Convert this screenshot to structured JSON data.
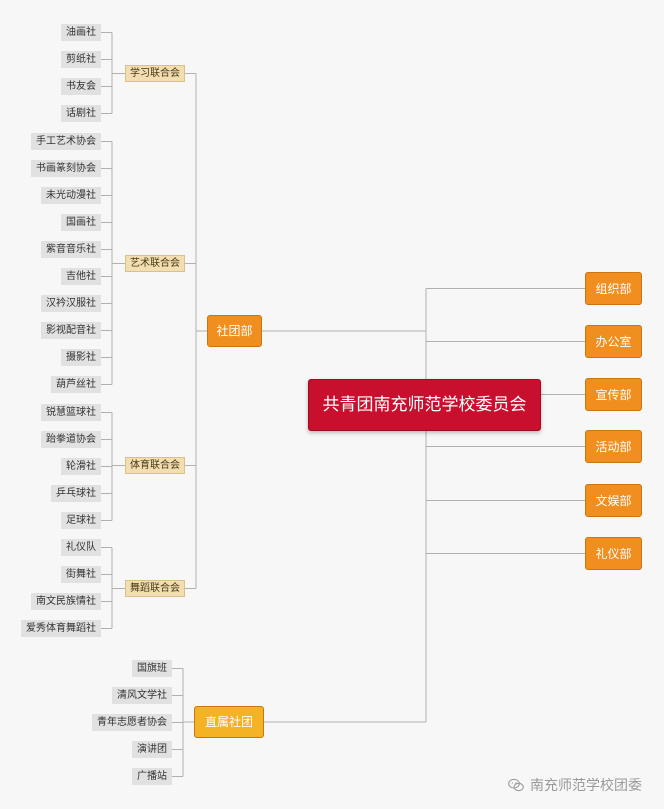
{
  "root": {
    "label": "共青团南充师范学校委员会"
  },
  "right_branches": [
    "组织部",
    "办公室",
    "宣传部",
    "活动部",
    "文娱部",
    "礼仪部"
  ],
  "shetuanbu": {
    "label": "社团部",
    "groups": [
      {
        "label": "学习联合会",
        "items": [
          "油画社",
          "剪纸社",
          "书友会",
          "话剧社"
        ]
      },
      {
        "label": "艺术联合会",
        "items": [
          "手工艺术协会",
          "书画篆刻协会",
          "未光动漫社",
          "国画社",
          "紫音音乐社",
          "吉他社",
          "汉衿汉服社",
          "影视配音社",
          "摄影社",
          "葫芦丝社"
        ]
      },
      {
        "label": "体育联合会",
        "items": [
          "锐慧篮球社",
          "跆拳道协会",
          "轮滑社",
          "乒乓球社",
          "足球社"
        ]
      },
      {
        "label": "舞蹈联合会",
        "items": [
          "礼仪队",
          "街舞社",
          "南文民族情社",
          "爱秀体育舞蹈社"
        ]
      }
    ]
  },
  "zhishu": {
    "label": "直属社团",
    "items": [
      "国旗班",
      "清风文学社",
      "青年志愿者协会",
      "演讲团",
      "广播站"
    ]
  },
  "colors": {
    "root": "#c8102e",
    "department": "#f08f1f",
    "direct": "#f4b324",
    "group": "#f2deb0",
    "leaf": "#e1e1e1",
    "line": "#b0b0b0"
  },
  "watermark": {
    "icon": "wechat-icon",
    "text": "南充师范学校团委"
  }
}
